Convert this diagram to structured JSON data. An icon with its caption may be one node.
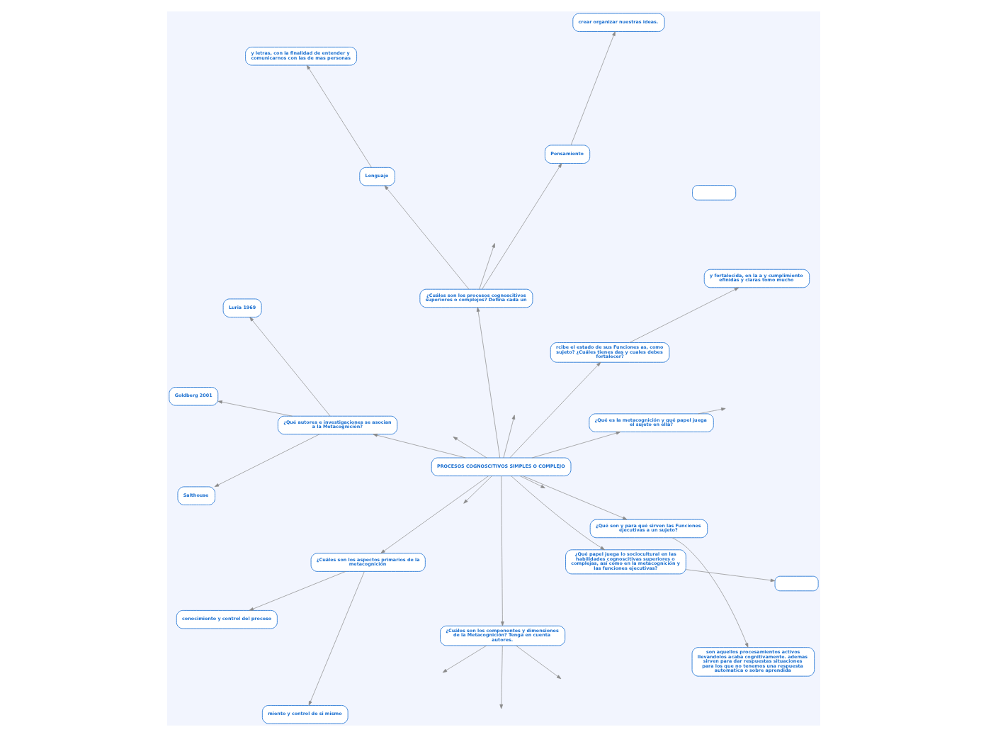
{
  "diagram": {
    "nodes": [
      {
        "text": [
          "PROCESOS COGNOSCITIVOS SIMPLES O COMPLEJO"
        ]
      },
      {
        "text": [
          "¿Qué son y para qué sirven las Funciones ejecutivas a un sujeto?"
        ]
      },
      {
        "text": [
          "son aquellos procesamientos activos llevandolos acaba cognitivamente. ademas sirven para dar respuestas situaciones para los que no tenemos una respuesta automatica o sobre aprendida"
        ]
      },
      {
        "text": [
          "crear organizar nuestras ideas."
        ]
      },
      {
        "text": [
          "Pensamiento"
        ]
      },
      {
        "text": [
          "y letras, con la finalidad de entender y comunicarnos con las de mas personas"
        ]
      },
      {
        "text": [
          "Lenguaje"
        ]
      },
      {
        "text": [
          "¿Cuáles son los procesos cognoscitivos superiores o complejos? Defina cada un"
        ]
      },
      {
        "text": [
          "¿Cuáles son los componentes y dimensiones de la Metacognición? Tenga en cuenta autores."
        ]
      },
      {
        "text": [],
        "shape": "box"
      },
      {
        "text": [
          "¿Cuáles son los aspectos primarios de la metacognición"
        ]
      },
      {
        "text": [
          "miento y control de si mismo"
        ]
      },
      {
        "text": [
          "conocimiento y control del proceso"
        ]
      },
      {
        "text": [
          "¿Qué es la metacognición y qué papel juega el sujeto en ella?"
        ]
      },
      {
        "text": [
          "rcibe el estado de sus Funciones as, como sujeto? ¿Cuáles tienes das y cuales debes fortalecer?"
        ]
      },
      {
        "text": [
          "y fortalecida, en la a y cumplimiento efinidas y claras tomo mucho"
        ]
      },
      {
        "text": [
          "¿Qué papel juega lo sociocultural en las habilidades cognoscitivas superiores o complejas, así como en la metacognición y las funciones ejecutivas?"
        ]
      },
      {
        "text": [],
        "shape": "box"
      },
      {
        "text": [
          "¿Qué autores e investigaciones se asocian a la Metacognición?"
        ]
      },
      {
        "text": [
          "Goldberg 2001"
        ]
      },
      {
        "text": [
          "Luria 1969"
        ]
      },
      {
        "text": [
          "Salthouse"
        ]
      }
    ],
    "edges": [
      {
        "from": 0,
        "to": 1,
        "arrow": "to"
      },
      {
        "from": 1,
        "to": 2,
        "arrow": "to"
      },
      {
        "from": 0,
        "to": null,
        "arrow": "to"
      },
      {
        "from": 4,
        "to": 3,
        "arrow": "to"
      },
      {
        "from": 7,
        "to": 4,
        "arrow": "to"
      },
      {
        "from": 7,
        "to": 6,
        "arrow": "to"
      },
      {
        "from": 6,
        "to": 5,
        "arrow": "to"
      },
      {
        "from": 7,
        "to": null,
        "arrow": "to"
      },
      {
        "from": 0,
        "to": 7,
        "arrow": "to"
      },
      {
        "from": 0,
        "to": null,
        "arrow": "to"
      },
      {
        "from": 0,
        "to": null,
        "arrow": "to"
      },
      {
        "from": 0,
        "to": 8,
        "arrow": "to"
      },
      {
        "from": 8,
        "to": null,
        "arrow": "to"
      },
      {
        "from": 8,
        "to": null,
        "arrow": "to"
      },
      {
        "from": 8,
        "to": null,
        "arrow": "to"
      },
      {
        "from": 0,
        "to": 10,
        "arrow": "to"
      },
      {
        "from": 10,
        "to": 11,
        "arrow": "to"
      },
      {
        "from": 10,
        "to": 12,
        "arrow": "to"
      },
      {
        "from": 0,
        "to": 13,
        "arrow": "to"
      },
      {
        "from": 13,
        "to": null,
        "arrow": "to"
      },
      {
        "from": 0,
        "to": 14,
        "arrow": "to"
      },
      {
        "from": 14,
        "to": 15,
        "arrow": "to"
      },
      {
        "from": 0,
        "to": 16,
        "arrow": "to"
      },
      {
        "from": 16,
        "to": 17,
        "arrow": "to"
      },
      {
        "from": 0,
        "to": 18,
        "arrow": "to"
      },
      {
        "from": 18,
        "to": 19,
        "arrow": "to"
      },
      {
        "from": 18,
        "to": 20,
        "arrow": "to"
      },
      {
        "from": 18,
        "to": 21,
        "arrow": "to"
      },
      {
        "from": 0,
        "to": null,
        "arrow": "to"
      }
    ]
  }
}
